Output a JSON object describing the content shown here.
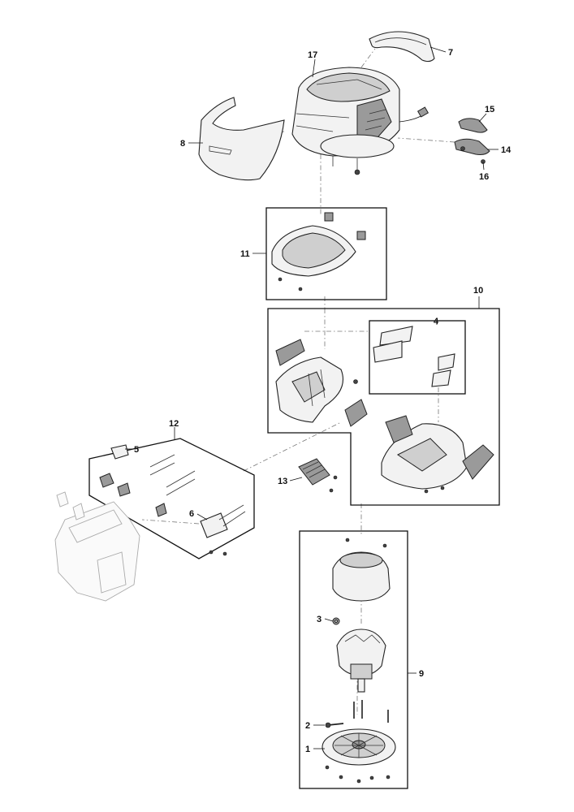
{
  "diagram": {
    "type": "exploded-parts-diagram",
    "callouts": [
      "1",
      "2",
      "3",
      "4",
      "5",
      "6",
      "7",
      "8",
      "9",
      "10",
      "11",
      "12",
      "13",
      "14",
      "15",
      "16",
      "17"
    ]
  }
}
